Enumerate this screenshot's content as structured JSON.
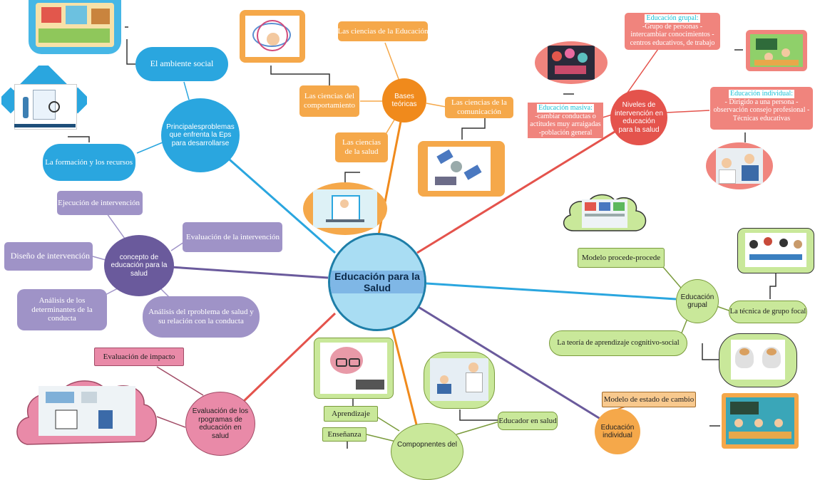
{
  "center": {
    "label": "Educación para la Salud"
  },
  "bases": {
    "hub": "Bases teóricas",
    "educacion": "Las ciencias de la Educación",
    "comportamiento": "Las ciencias del comportamiento",
    "comunicacion": "Las ciencias de la comunicación",
    "salud": "Las ciencias de la salud"
  },
  "problemas": {
    "hub": "Principalesproblemas que enfrenta la Eps para desarrollarse",
    "ambiente": "El ambiente social",
    "formacion": "La formación y los recursos"
  },
  "concepto": {
    "hub": "concepto de educación para la salud",
    "ejecucion": "Ejecución de intervención",
    "evaluacion": "Evaluación de la intervención",
    "diseno": "Diseño de intervención",
    "determinantes": "Análisis de los determinantes de la conducta",
    "problema": "Análisis del rproblema de salud y su relación con la conducta"
  },
  "evaluacion_programas": {
    "hub": "Evaluación de los rpogramas de educación en salud",
    "impacto": "Evaluación de impacto"
  },
  "componentes": {
    "hub": "Compopnentes del",
    "aprendizaje": "Aprendizaje",
    "ensenanza": "Enseñanza",
    "educador": "Educador en salud"
  },
  "niveles": {
    "hub": "Niveles de intervención en educación para la salud",
    "grupal_title": "Educación grupal:",
    "grupal_text": "-Grupo de personas -intercambiar conocimientos -centros educativos, de trabajo",
    "individual_title": "Educación individual:",
    "individual_text": "- Dirigido a una persona -observación consejo profesional -Técnicas educativas",
    "masiva_title": "Educación masiva:",
    "masiva_text": "-cambiar conductas o actitudes muy arraigadas -población general"
  },
  "grupal": {
    "hub": "Educación grupal",
    "modelo": "Modelo procede-procede",
    "tecnica": "La técnica de grupo focal",
    "teoria": "La teoría de aprendizaje cognitivo-social"
  },
  "individual": {
    "hub": "Educación individual",
    "modelo": "Modelo de estado de cambio"
  },
  "colors": {
    "orange": "#f5a84a",
    "blue": "#2aa6df",
    "purple": "#7b6aa8",
    "salmon": "#e4534c",
    "green": "#c9e89a",
    "pink": "#e98aa8",
    "center": "#a9ddf3"
  }
}
